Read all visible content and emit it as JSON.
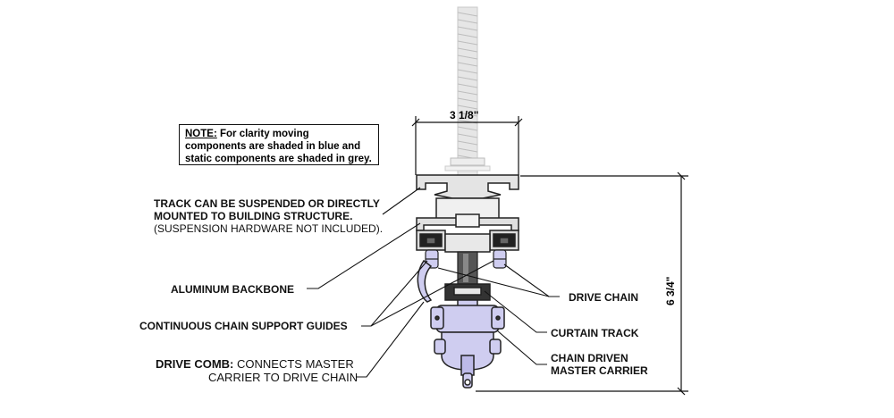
{
  "note": {
    "heading": "NOTE:",
    "text_line1": "For clarity moving",
    "text_line2": "components are shaded in blue and",
    "text_line3": "static components are shaded in grey."
  },
  "labels": {
    "track_line1": "TRACK CAN BE SUSPENDED OR DIRECTLY",
    "track_line2": "MOUNTED TO BUILDING STRUCTURE.",
    "track_line3": "(SUSPENSION HARDWARE NOT INCLUDED).",
    "aluminum_backbone": "ALUMINUM BACKBONE",
    "chain_support_guides": "CONTINUOUS CHAIN SUPPORT GUIDES",
    "drive_comb_bold": "DRIVE COMB:",
    "drive_comb_line1": "CONNECTS MASTER",
    "drive_comb_line2": "CARRIER TO DRIVE CHAIN",
    "drive_chain": "DRIVE CHAIN",
    "curtain_track": "CURTAIN TRACK",
    "master_carrier_line1": "CHAIN DRIVEN",
    "master_carrier_line2": "MASTER CARRIER"
  },
  "dimensions": {
    "width": "3 1/8\"",
    "height": "6 3/4\""
  },
  "colors": {
    "static_grey": "#d9d9d9",
    "moving_blue": "#c9c7ee",
    "outline": "#111111"
  }
}
